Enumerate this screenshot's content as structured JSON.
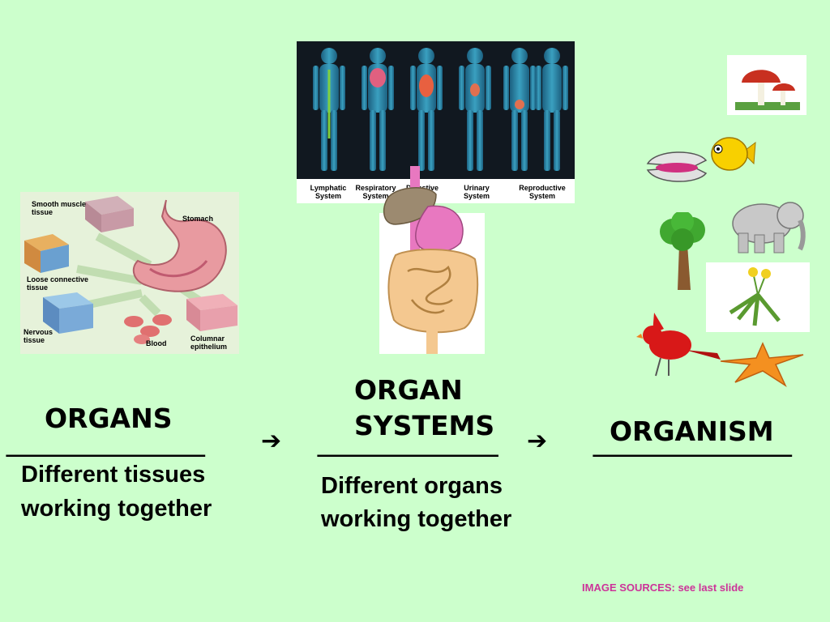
{
  "left": {
    "heading": "ORGANS",
    "blank": "___________",
    "description_line1": "Different tissues",
    "description_line2": "working together",
    "image_labels": {
      "smooth_muscle": "Smooth muscle tissue",
      "stomach": "Stomach",
      "loose_connective": "Loose connective tissue",
      "nervous": "Nervous tissue",
      "blood": "Blood",
      "columnar": "Columnar epithelium"
    }
  },
  "middle": {
    "heading_line1": "ORGAN",
    "heading_line2": "SYSTEMS",
    "blank": "__________",
    "description_line1": "Different organs",
    "description_line2": "working together",
    "systems": [
      "Lymphatic System",
      "Respiratory System",
      "Digestive",
      "Urinary System",
      "Reproductive System"
    ]
  },
  "right": {
    "heading": "ORGANISM",
    "blank": "___________"
  },
  "arrows": [
    "➔",
    "➔"
  ],
  "footer": {
    "source_note": "IMAGE SOURCES: see last slide"
  },
  "colors": {
    "background": "#ccffcc",
    "source_note": "#cc3399"
  }
}
